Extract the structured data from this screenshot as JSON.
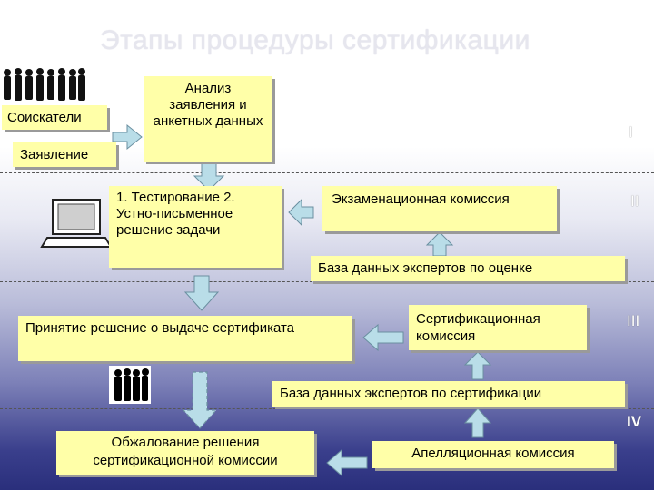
{
  "title": "Этапы процедуры сертификации",
  "boxes": {
    "applicants": "Соискатели",
    "application": "Заявление",
    "analysis": "Анализ заявления и анкетных данных",
    "testing": "1. Тестирование 2. Устно-письменное решение задачи",
    "exam_commission": "Экзаменационная комиссия",
    "db_assessment": "База данных экспертов по оценке",
    "decision": "Принятие решение о выдаче сертификата",
    "cert_commission": "Сертификационная комиссия",
    "db_certification": "База данных экспертов по сертификации",
    "appeal": "Обжалование решения сертификационной комиссии",
    "appeal_commission": "Апелляционная комиссия"
  },
  "stages": [
    "I",
    "II",
    "III",
    "IV"
  ],
  "icons": {
    "people_top": "people-silhouettes-icon",
    "computer": "computer-icon",
    "people_bottom": "people-silhouettes-icon"
  },
  "colors": {
    "box_fill": "#ffffa8",
    "arrow_fill": "#b9dde8",
    "arrow_stroke": "#6a8fa0"
  }
}
